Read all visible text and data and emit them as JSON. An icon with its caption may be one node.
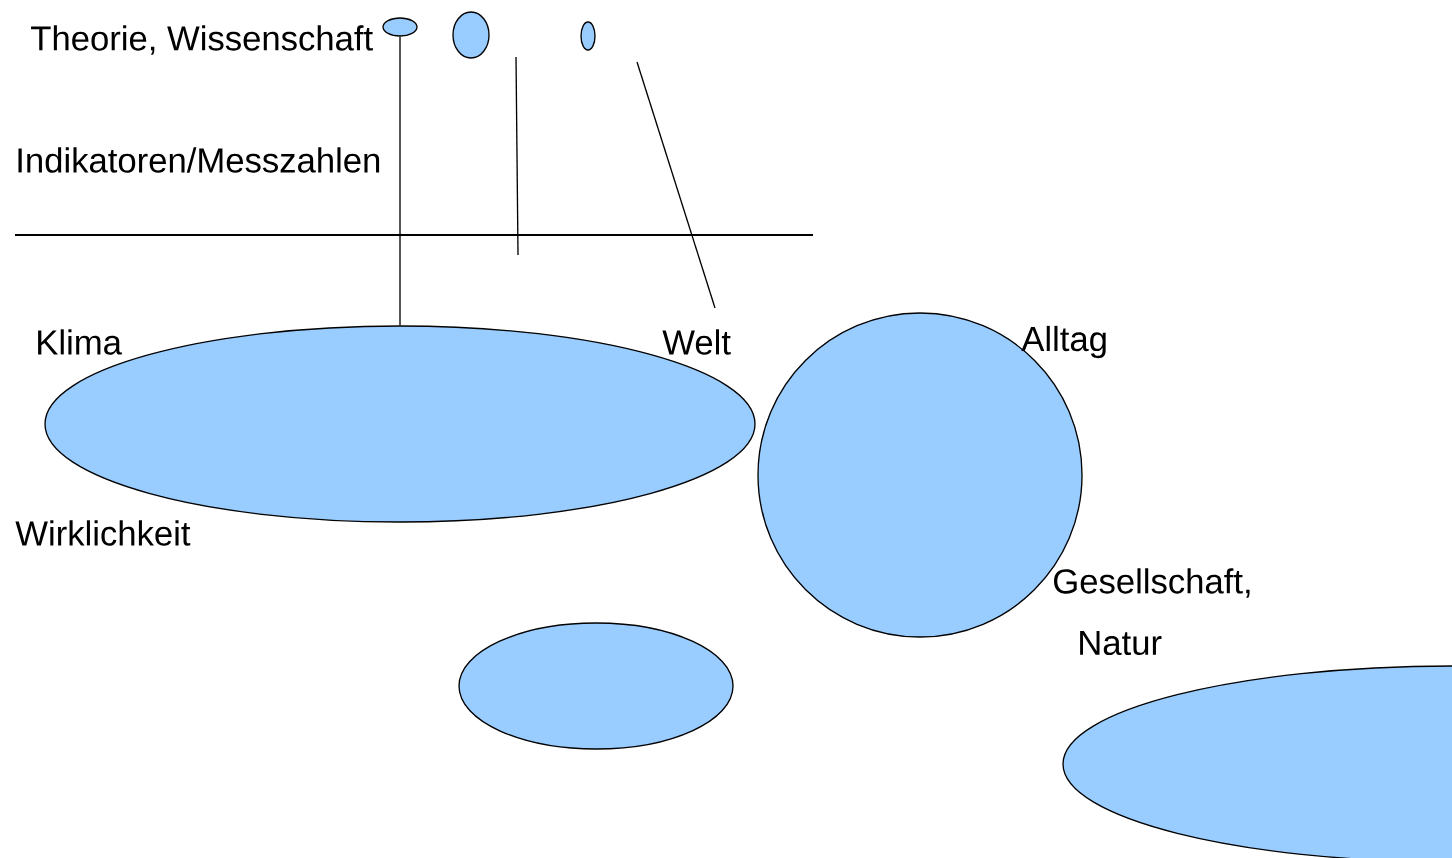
{
  "diagram": {
    "nodes": [
      {
        "text": [],
        "shape": "ellipse"
      },
      {
        "text": [],
        "shape": "ellipse"
      },
      {
        "text": [],
        "shape": "ellipse"
      },
      {
        "text": [],
        "shape": "ellipse"
      },
      {
        "text": [],
        "shape": "circle"
      },
      {
        "text": [],
        "shape": "ellipse"
      },
      {
        "text": [],
        "shape": "ellipse"
      }
    ],
    "edges": [
      {
        "from": 0,
        "to": 3,
        "arrow": "none"
      }
    ],
    "labels": [
      "Theorie, Wissenschaft",
      "Indikatoren/Messzahlen",
      "Klima",
      "Welt",
      "Alltag",
      "Wirklichkeit",
      "Gesellschaft,",
      "Natur"
    ]
  }
}
